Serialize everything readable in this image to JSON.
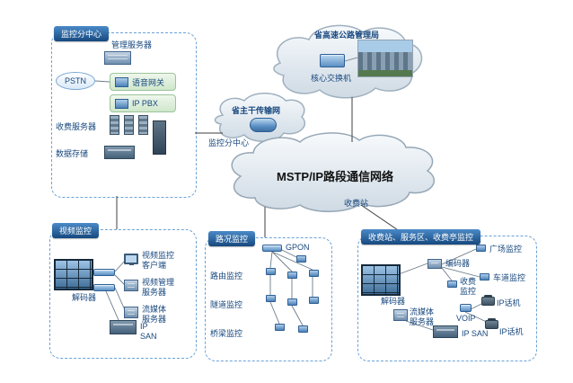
{
  "clouds": {
    "bureau": {
      "title": "省高速公路管理局",
      "core_switch": "核心交换机"
    },
    "backbone": {
      "title": "省主干传输网",
      "side_label": "监控分中心"
    },
    "mstp": {
      "title": "MSTP/IP路段通信网络",
      "toll_label": "收费站"
    }
  },
  "monitor_center": {
    "title": "监控分中心",
    "mgmt_server": "管理服务器",
    "pstn": "PSTN",
    "voice_gateway": "语音网关",
    "ip_pbx": "IP PBX",
    "toll_server": "收费服务器",
    "data_storage": "数据存储"
  },
  "video_box": {
    "title": "视频监控",
    "decoder": "解码器",
    "client": "视频监控客户端",
    "mgmt_server": "视频管理服务器",
    "stream_server": "流媒体服务器",
    "ip_san": "IP SAN"
  },
  "road_box": {
    "title": "路况监控",
    "gpon": "GPON",
    "route": "路由监控",
    "tunnel": "隧道监控",
    "bridge": "桥梁监控"
  },
  "toll_box": {
    "title": "收费站、服务区、收费亭监控",
    "encoder": "编码器",
    "decoder": "解码器",
    "plaza": "广场监控",
    "lane": "车道监控",
    "toll_mon": "收费监控",
    "ip_phone1": "IP话机",
    "voip": "VOIP",
    "stream_server": "流媒体服务器",
    "ip_san": "IP SAN",
    "ip_phone2": "IP话机"
  },
  "colors": {
    "accent_blue": "#17477e",
    "zone_border": "#6aa2d8",
    "pill_green": "#cfe7cb",
    "cloud_fill": "#dfe7ee"
  }
}
